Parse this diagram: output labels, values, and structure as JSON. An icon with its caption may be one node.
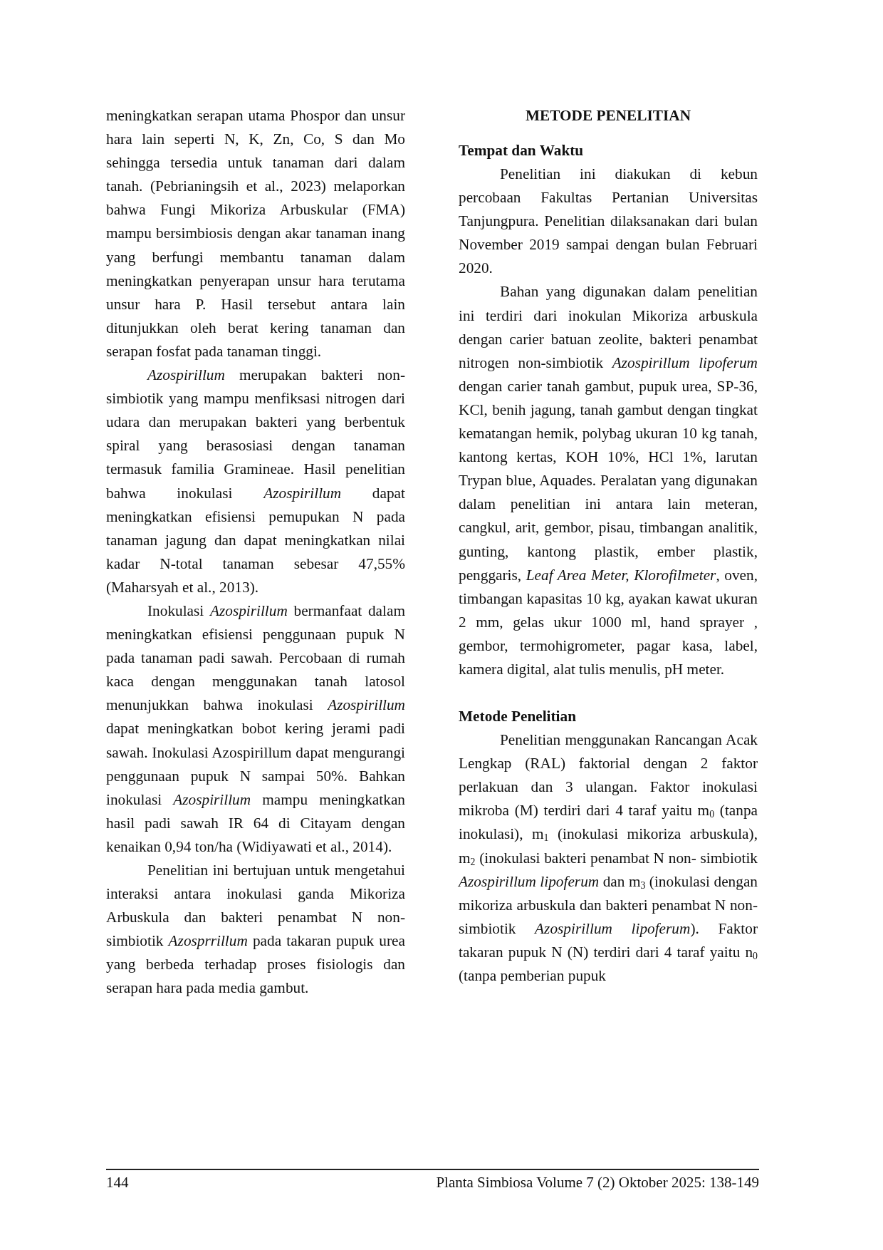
{
  "diagram": {
    "labels": [
      "meningkatkan serapan utama Phospor dan unsur hara lain seperti N, K, Zn, Co, S dan Mo sehingga tersedia untuk tanaman dari dalam tanah. (Pebrianingsih et al., 2023) melaporkan bahwa Fungi Mikoriza Arbuskular (FMA) mampu bersimbiosis dengan akar tanaman inang yang berfungi membantu tanaman dalam meningkatkan penyerapan unsur hara terutama unsur hara P. Hasil tersebut antara lain ditunjukkan oleh berat kering tanaman dan serapan fosfat pada tanaman tinggi.",
      "*Azospirillum* merupakan bakteri non-simbiotik yang mampu menfiksasi nitrogen dari udara dan merupakan bakteri yang berbentuk spiral yang berasosiasi dengan tanaman termasuk familia Gramineae. Hasil penelitian bahwa inokulasi *Azospirillum* dapat meningkatkan efisiensi pemupukan N pada tanaman jagung dan dapat meningkatkan nilai kadar N-total tanaman sebesar 47,55%  (Maharsyah et al., 2013).",
      "Inokulasi *Azospirillum* bermanfaat dalam meningkatkan efisiensi penggunaan pupuk N pada tanaman padi sawah. Percobaan di rumah kaca dengan menggunakan tanah latosol menunjukkan bahwa inokulasi *Azospirillum* dapat meningkatkan bobot kering jerami padi sawah. Inokulasi Azospirillum dapat mengurangi penggunaan pupuk N sampai 50%. Bahkan inokulasi *Azospirillum* mampu meningkatkan hasil padi sawah IR 64 di Citayam dengan kenaikan 0,94 ton/ha  (Widiyawati et al., 2014).",
      "Penelitian ini bertujuan  untuk mengetahui interaksi antara inokulasi ganda Mikoriza Arbuskula dan bakteri penambat N non-simbiotik *Azosprrillum* pada takaran pupuk urea yang berbeda terhadap proses fisiologis dan serapan hara pada media gambut.",
      "METODE PENELITIAN",
      "Tempat dan Waktu",
      "Penelitian ini diakukan di kebun percobaan Fakultas Pertanian Universitas Tanjungpura. Penelitian dilaksanakan dari bulan November 2019 sampai dengan bulan Februari 2020.",
      "Bahan yang digunakan dalam penelitian ini terdiri dari inokulan Mikoriza arbuskula dengan carier batuan zeolite, bakteri penambat nitrogen non-simbiotik *Azospirillum lipoferum* dengan carier tanah gambut, pupuk urea, SP-36, KCl, benih jagung, tanah gambut dengan tingkat kematangan hemik, polybag ukuran 10 kg tanah, kantong kertas, KOH 10%, HCl 1%, larutan Trypan blue, Aquades. Peralatan yang digunakan dalam penelitian ini antara lain meteran, cangkul, arit, gembor, pisau, timbangan analitik, gunting, kantong plastik, ember plastik, penggaris, *Leaf Area Meter, Klorofilmeter*, oven, timbangan kapasitas 10 kg, ayakan kawat ukuran 2 mm, gelas ukur 1000 ml, hand sprayer , gembor, termohigrometer, pagar kasa, label, kamera digital, alat tulis menulis, pH meter.",
      "Metode Penelitian",
      "Penelitian menggunakan Rancangan Acak Lengkap (RAL) faktorial dengan 2 faktor perlakuan dan 3 ulangan. Faktor inokulasi mikroba (M) terdiri dari 4 taraf yaitu m$_{0}$ (tanpa inokulasi), m$_{1}$ (inokulasi mikoriza arbuskula), m$_{2}$ (inokulasi bakteri penambat N non- simbiotik *Azospirillum lipoferum* dan m$_{3}$ (inokulasi dengan mikoriza arbuskula dan bakteri penambat N non-simbiotik *Azospirillum lipoferum*). Faktor takaran pupuk N (N) terdiri dari 4 taraf yaitu n$_{0}$ (tanpa pemberian pupuk",
      "144",
      "Planta Simbiosa Volume 7 (2) Oktober 2025: 138-149"
    ]
  }
}
